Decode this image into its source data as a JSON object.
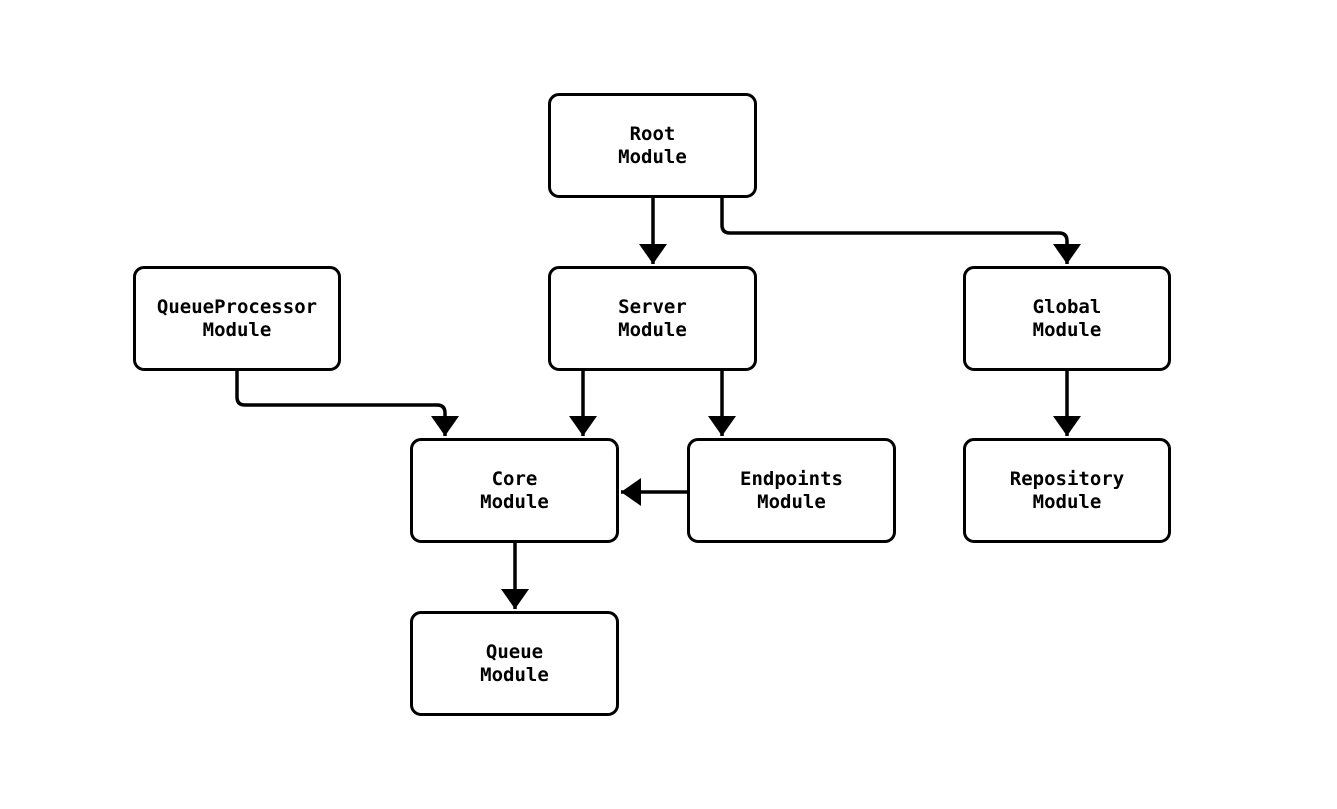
{
  "diagram": {
    "type": "flowchart",
    "direction": "top-down",
    "background_color": "#ffffff",
    "node_fill_color": "#ffffff",
    "node_border_color": "#000000",
    "edge_color": "#000000",
    "text_color": "#000000",
    "nodes": {
      "root": {
        "label": "Root Module",
        "line1": "Root",
        "line2": "Module"
      },
      "queueprocessor": {
        "label": "QueueProcessor Module",
        "line1": "QueueProcessor",
        "line2": "Module"
      },
      "server": {
        "label": "Server Module",
        "line1": "Server",
        "line2": "Module"
      },
      "global": {
        "label": "Global Module",
        "line1": "Global",
        "line2": "Module"
      },
      "core": {
        "label": "Core Module",
        "line1": "Core",
        "line2": "Module"
      },
      "endpoints": {
        "label": "Endpoints Module",
        "line1": "Endpoints",
        "line2": "Module"
      },
      "repository": {
        "label": "Repository Module",
        "line1": "Repository",
        "line2": "Module"
      },
      "queue": {
        "label": "Queue Module",
        "line1": "Queue",
        "line2": "Module"
      }
    },
    "edges": [
      {
        "from": "Root Module",
        "to": "Server Module"
      },
      {
        "from": "Root Module",
        "to": "Global Module"
      },
      {
        "from": "QueueProcessor Module",
        "to": "Core Module"
      },
      {
        "from": "Server Module",
        "to": "Core Module"
      },
      {
        "from": "Server Module",
        "to": "Endpoints Module"
      },
      {
        "from": "Endpoints Module",
        "to": "Core Module"
      },
      {
        "from": "Global Module",
        "to": "Repository Module"
      },
      {
        "from": "Core Module",
        "to": "Queue Module"
      }
    ]
  }
}
